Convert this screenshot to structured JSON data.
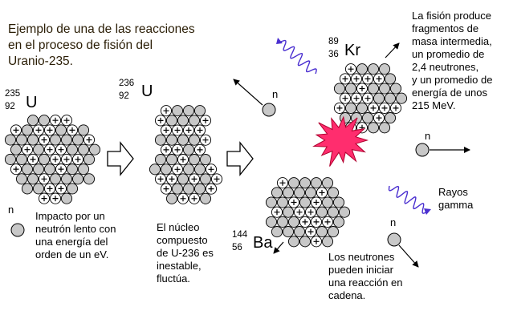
{
  "title_lines": [
    "Ejemplo de una de las reacciones",
    "en el proceso de fisión del",
    "Uranio-235."
  ],
  "isotopes": {
    "u235": {
      "mass": "235",
      "atomic": "92",
      "symbol": "U"
    },
    "u236": {
      "mass": "236",
      "atomic": "92",
      "symbol": "U"
    },
    "kr": {
      "mass": "89",
      "atomic": "36",
      "symbol": "Kr"
    },
    "ba": {
      "mass": "144",
      "atomic": "56",
      "symbol": "Ba"
    }
  },
  "neutron_symbol": "n",
  "texts": {
    "impact": [
      "Impacto por un",
      "neutrón lento con",
      "una energía del",
      "orden de un eV."
    ],
    "compound": [
      "El núcleo",
      "compuesto",
      "de U-236 es",
      "inestable,",
      "fluctúa."
    ],
    "fission": [
      "La fisión produce",
      "fragmentos de",
      "masa intermedia,",
      "un promedio de",
      "2,4 neutrones,",
      "y un promedio de",
      "energía de unos",
      "215 MeV."
    ],
    "gamma": [
      "Rayos",
      "gamma"
    ],
    "chain": [
      "Los neutrones",
      "pueden iniciar",
      "una reacción en",
      "cadena."
    ]
  },
  "colors": {
    "proton": "#ffffff",
    "neutron": "#c8c8c8",
    "outline": "#000000",
    "burst": "#ff2d6e",
    "gamma_wave": "#4a2fd0",
    "title_text": "#2a1d05"
  }
}
